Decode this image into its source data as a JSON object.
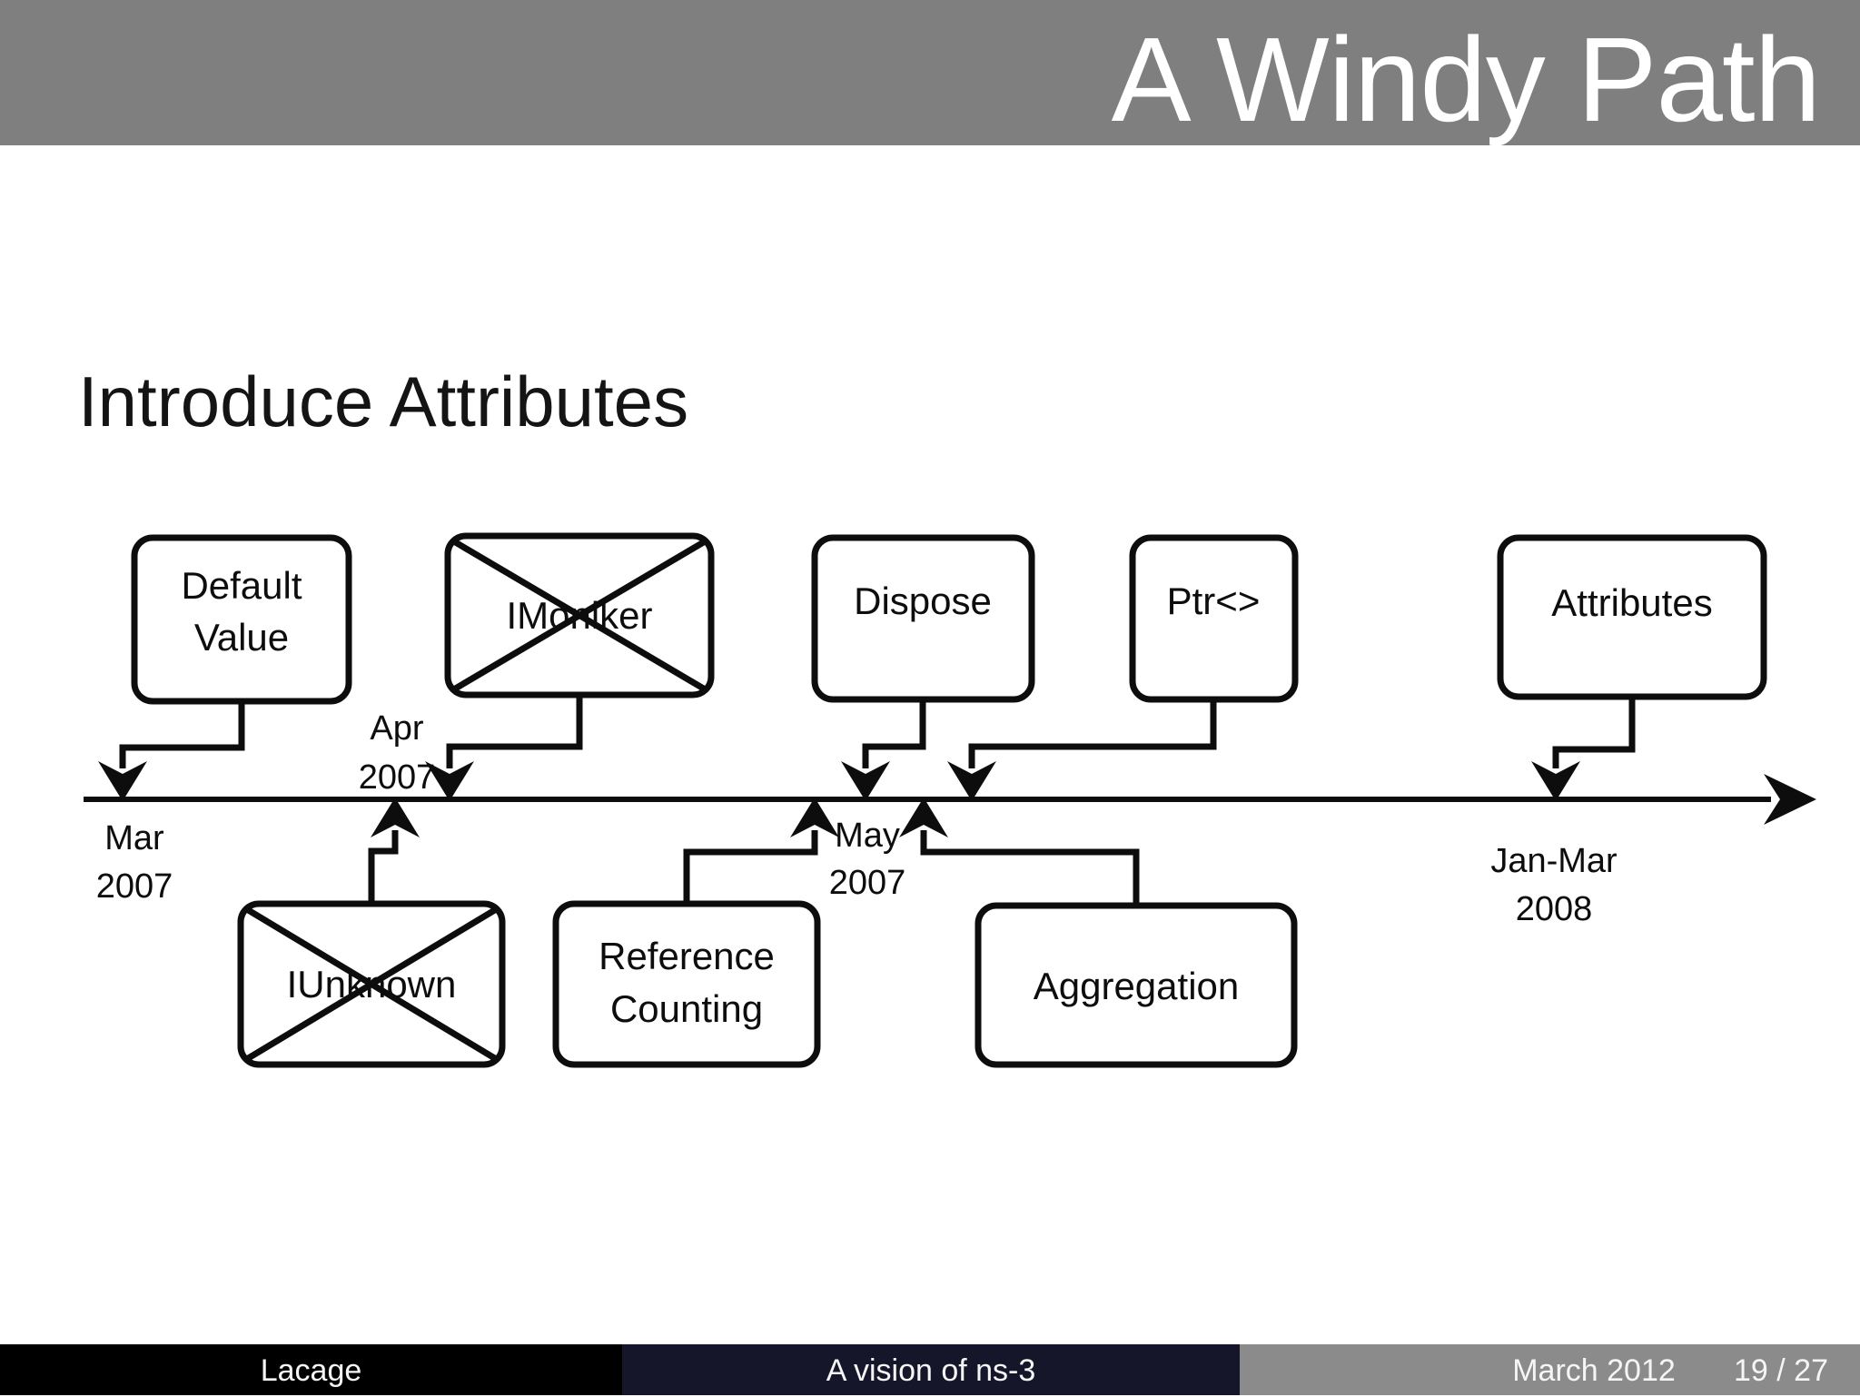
{
  "header": {
    "title": "A Windy Path"
  },
  "heading": "Introduce Attributes",
  "diagram": {
    "boxes": {
      "default_value": {
        "line1": "Default",
        "line2": "Value"
      },
      "imoniker": {
        "label": "IMoniker",
        "crossed": true
      },
      "dispose": {
        "label": "Dispose"
      },
      "ptr": {
        "label": "Ptr<>"
      },
      "attributes": {
        "label": "Attributes"
      },
      "iunknown": {
        "label": "IUnknown",
        "crossed": true
      },
      "reference_counting": {
        "line1": "Reference",
        "line2": "Counting"
      },
      "aggregation": {
        "label": "Aggregation"
      }
    },
    "timeline": {
      "mar": {
        "line1": "Mar",
        "line2": "2007"
      },
      "apr": {
        "line1": "Apr",
        "line2": "2007"
      },
      "may": {
        "line1": "May",
        "line2": "2007"
      },
      "janmar": {
        "line1": "Jan-Mar",
        "line2": "2008"
      }
    }
  },
  "footer": {
    "author": "Lacage",
    "deck_title": "A vision of ns-3",
    "date": "March 2012",
    "page": "19 / 27"
  },
  "colors": {
    "header_bg": "#7f7f7f",
    "footer_black": "#000000",
    "footer_navy": "#16162b",
    "footer_gray": "#8b8b8b",
    "ink": "#0d0d0d"
  }
}
